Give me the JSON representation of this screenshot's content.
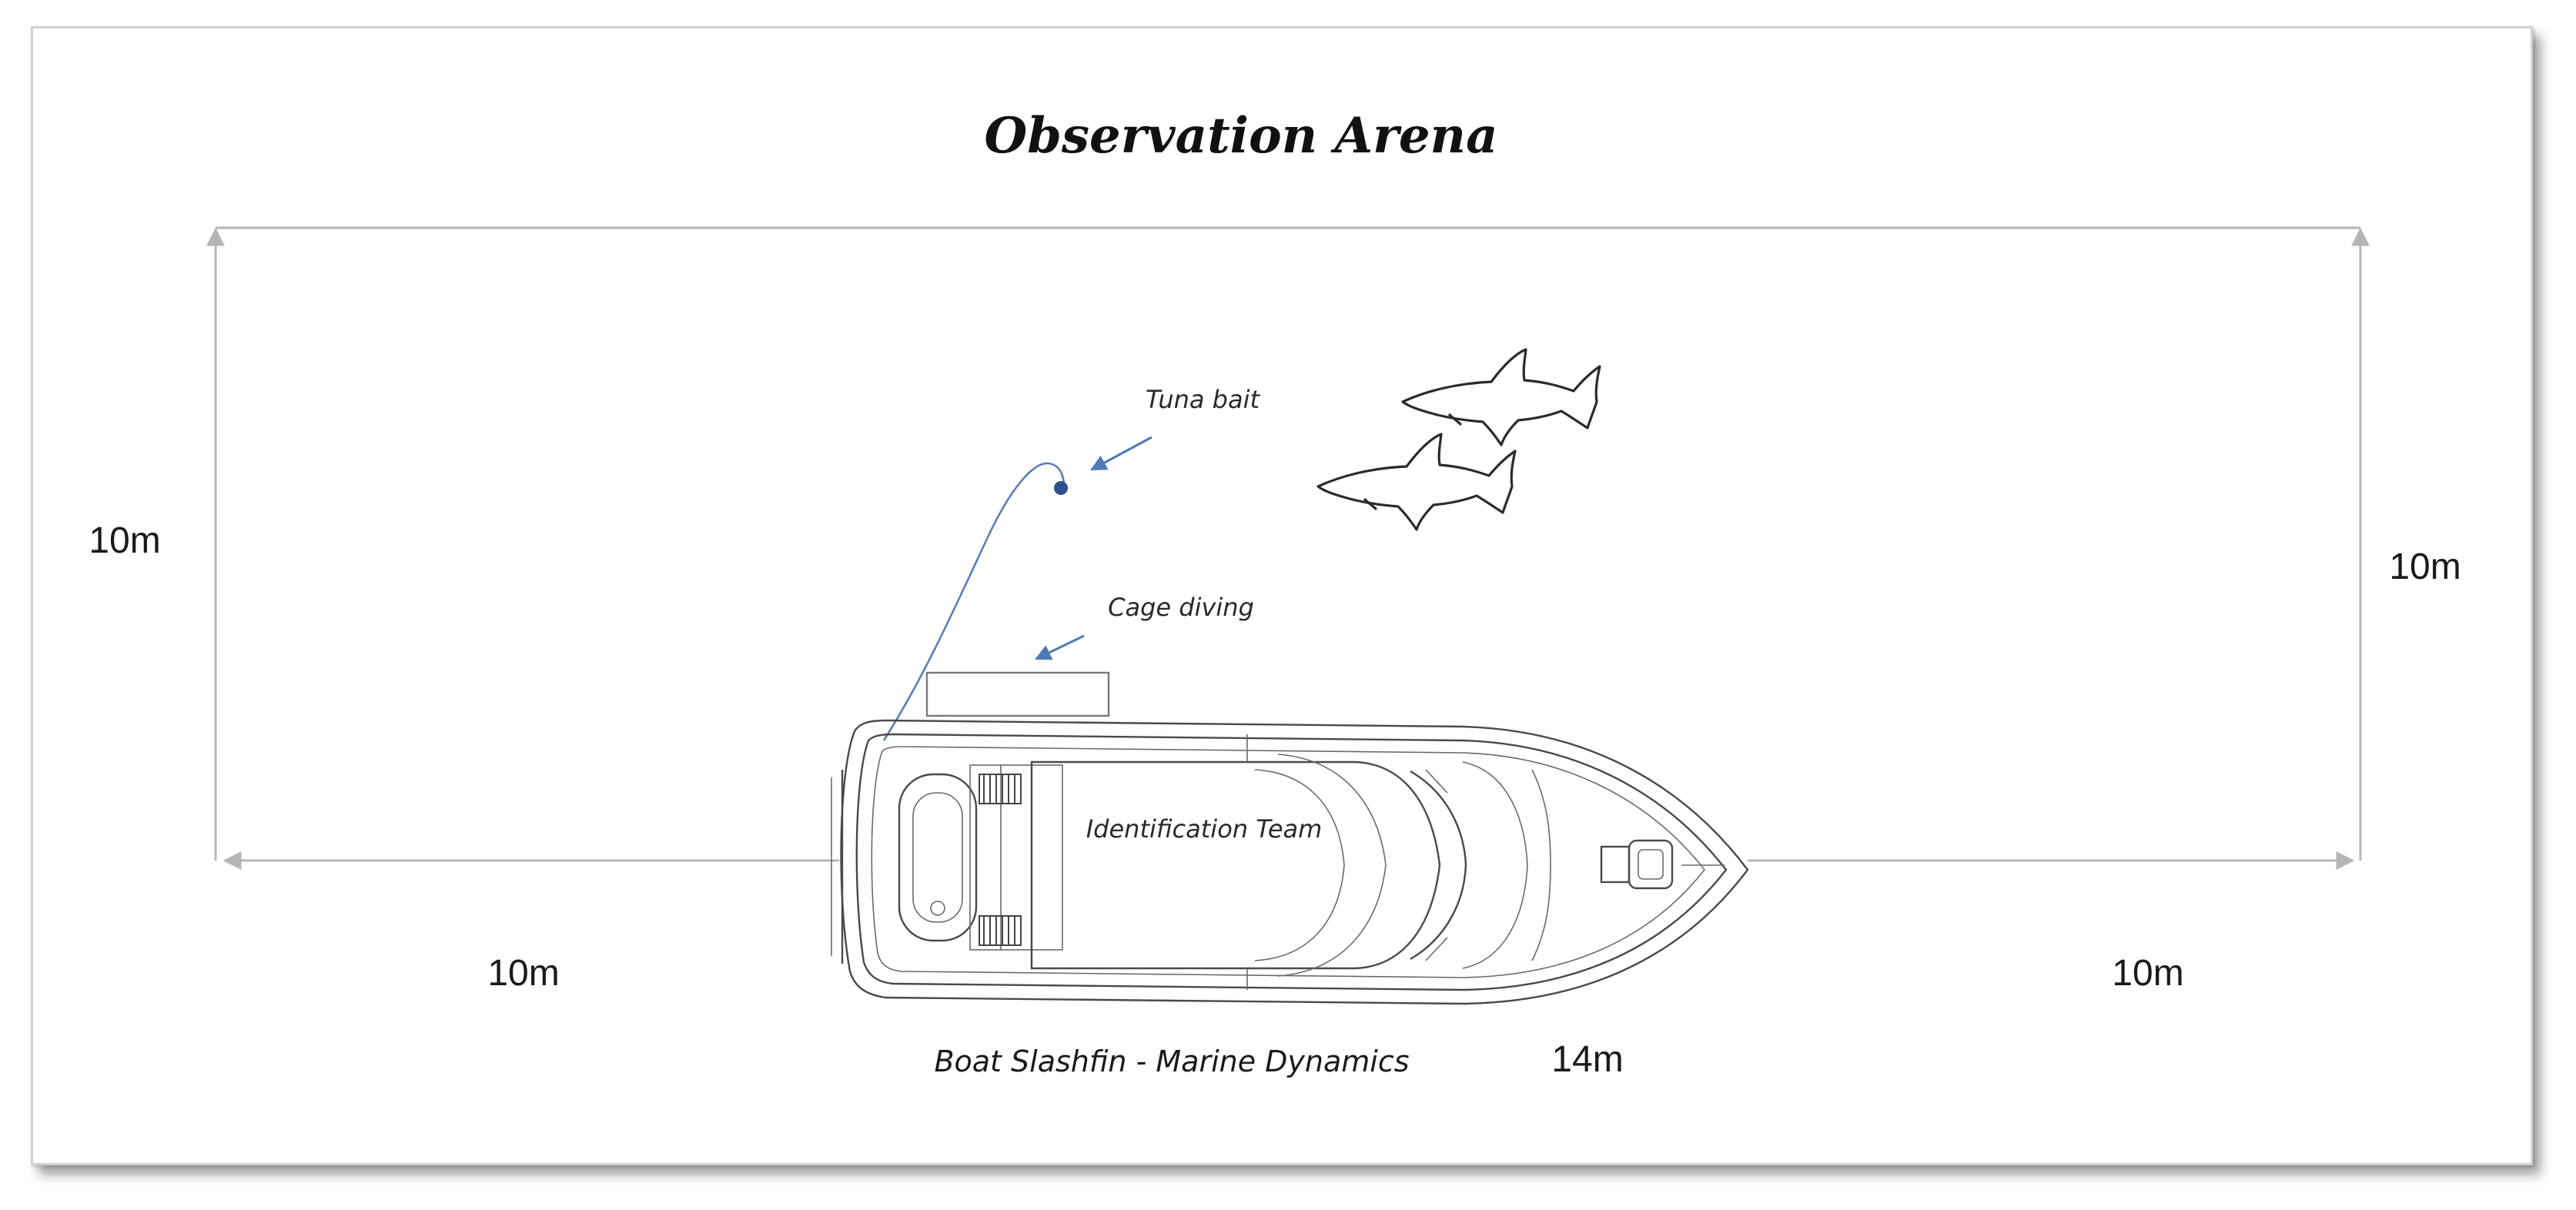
{
  "title": "Observation Arena",
  "dimensions": {
    "left_height": "10m",
    "right_height": "10m",
    "bottom_left_width": "10m",
    "bottom_right_width": "10m",
    "boat_length": "14m"
  },
  "labels": {
    "tuna_bait": "Tuna bait",
    "cage_diving": "Cage diving",
    "identification_team": "Identification Team",
    "boat_name": "Boat Slashfin - Marine Dynamics"
  },
  "colors": {
    "pointer_arrow": "#4f7ab8",
    "bait_dot": "#2f4f8f",
    "arena_line": "#b5b5b5"
  }
}
